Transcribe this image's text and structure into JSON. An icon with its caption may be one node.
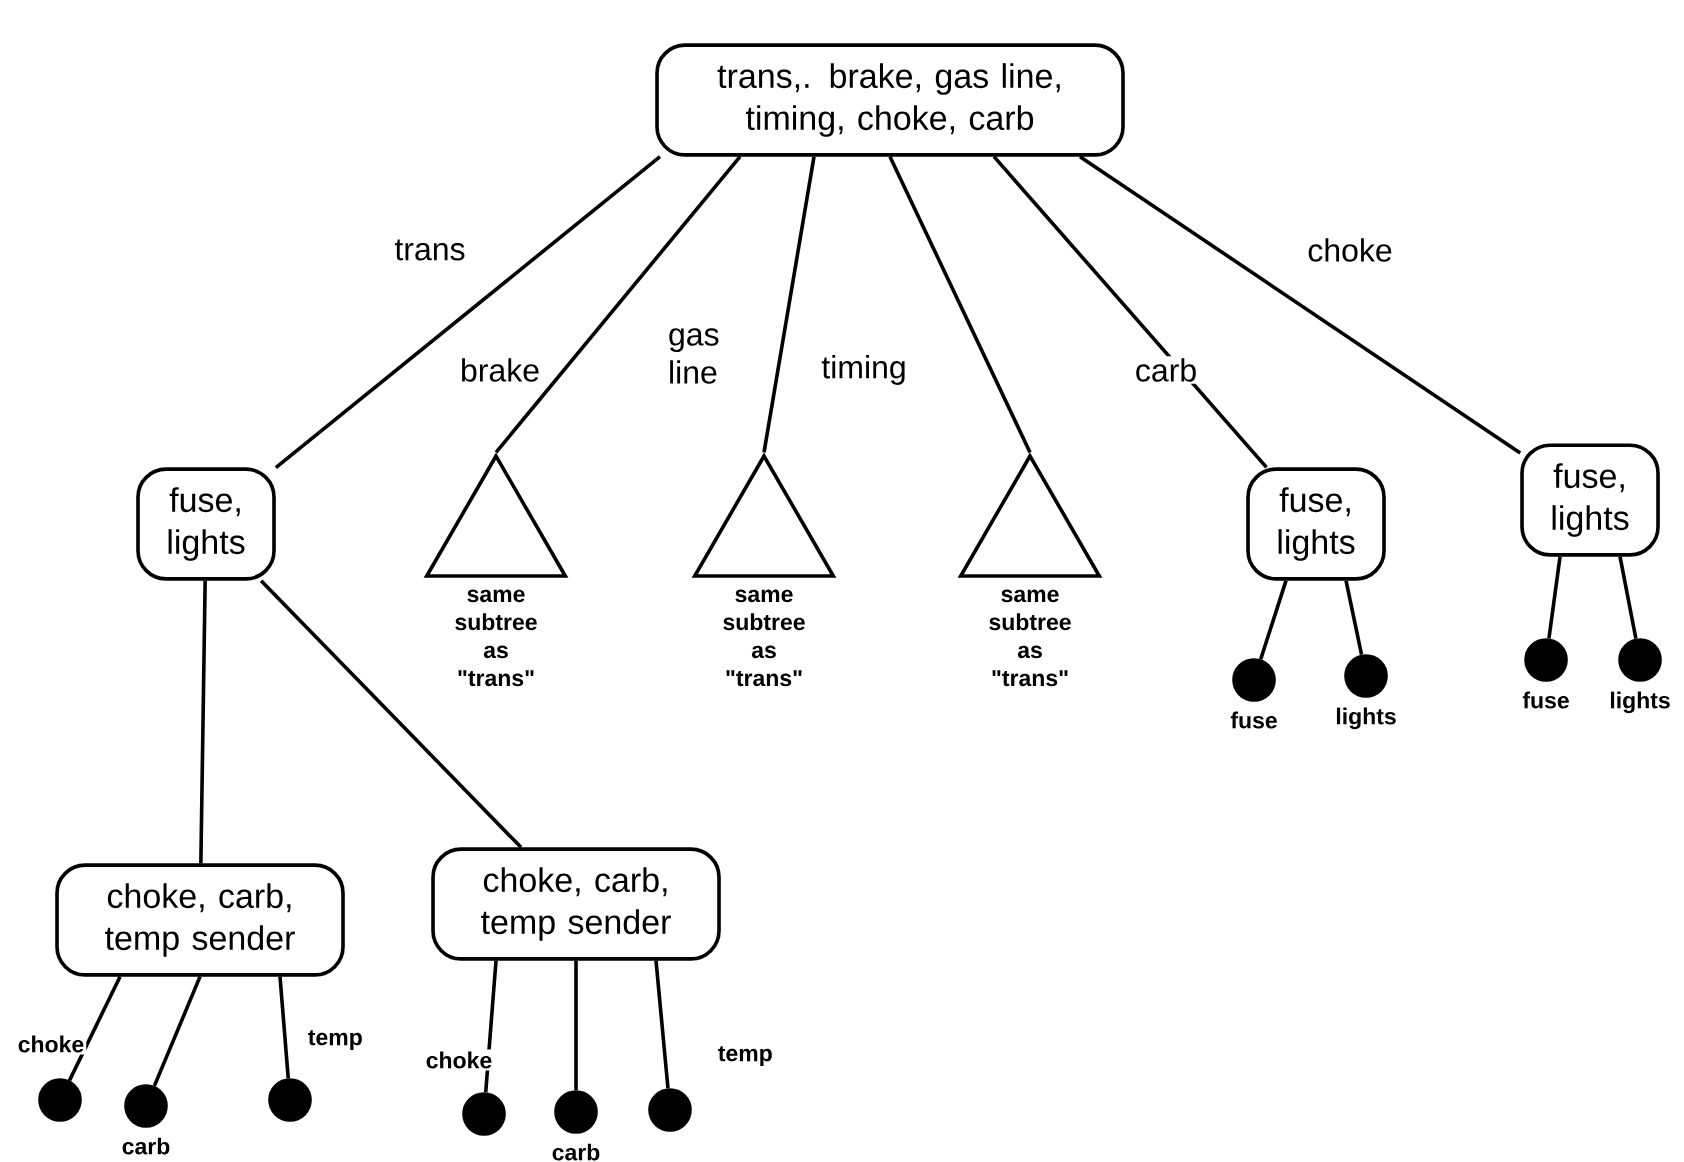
{
  "diagram": {
    "nodes": [
      {
        "text": [
          "trans,. brake, gas line, timing, choke, carb"
        ]
      },
      {
        "text": [
          "fuse, lights"
        ]
      },
      {
        "text": [],
        "shape": "triangle",
        "beside": [
          "same subtree as \"trans\""
        ]
      },
      {
        "text": [],
        "shape": "triangle",
        "beside": [
          "same subtree as \"trans\""
        ]
      },
      {
        "text": [],
        "shape": "triangle",
        "beside": [
          "same subtree as \"trans\""
        ]
      },
      {
        "text": [
          "fuse, lights"
        ]
      },
      {
        "text": [
          "fuse, lights"
        ]
      },
      {
        "text": [],
        "shape": "circle",
        "beside": [
          "fuse"
        ]
      },
      {
        "text": [],
        "shape": "circle",
        "beside": [
          "lights"
        ]
      },
      {
        "text": [],
        "shape": "circle",
        "beside": [
          "fuse"
        ]
      },
      {
        "text": [],
        "shape": "circle",
        "beside": [
          "lights"
        ]
      },
      {
        "text": [
          "choke, carb, temp sender"
        ]
      },
      {
        "text": [
          "choke, carb, temp sender"
        ]
      },
      {
        "text": [],
        "shape": "circle"
      },
      {
        "text": [],
        "shape": "circle",
        "beside": [
          "carb"
        ]
      },
      {
        "text": [],
        "shape": "circle"
      },
      {
        "text": [],
        "shape": "circle"
      },
      {
        "text": [],
        "shape": "circle",
        "beside": [
          "carb"
        ]
      },
      {
        "text": [],
        "shape": "circle"
      }
    ],
    "edges": [
      {
        "from": 0,
        "to": 1,
        "arrow": "none",
        "label": "trans"
      },
      {
        "from": 0,
        "to": 2,
        "arrow": "none",
        "label": "brake"
      },
      {
        "from": 0,
        "to": 3,
        "arrow": "none",
        "label": "gas line"
      },
      {
        "from": 0,
        "to": 4,
        "arrow": "none",
        "label": "timing"
      },
      {
        "from": 0,
        "to": 5,
        "arrow": "none",
        "label": "carb"
      },
      {
        "from": 0,
        "to": 6,
        "arrow": "none",
        "label": "choke"
      },
      {
        "from": 1,
        "to": 11,
        "arrow": "none"
      },
      {
        "from": 1,
        "to": 12,
        "arrow": "none"
      },
      {
        "from": 5,
        "to": 7,
        "arrow": "none"
      },
      {
        "from": 5,
        "to": 8,
        "arrow": "none"
      },
      {
        "from": 6,
        "to": 9,
        "arrow": "none"
      },
      {
        "from": 6,
        "to": 10,
        "arrow": "none"
      },
      {
        "from": 11,
        "to": 13,
        "arrow": "none",
        "label": "choke"
      },
      {
        "from": 11,
        "to": 14,
        "arrow": "none"
      },
      {
        "from": 11,
        "to": 15,
        "arrow": "none",
        "label": "temp"
      },
      {
        "from": 12,
        "to": 16,
        "arrow": "none",
        "label": "choke"
      },
      {
        "from": 12,
        "to": 17,
        "arrow": "none"
      },
      {
        "from": 12,
        "to": 18,
        "arrow": "none",
        "label": "temp"
      }
    ]
  }
}
